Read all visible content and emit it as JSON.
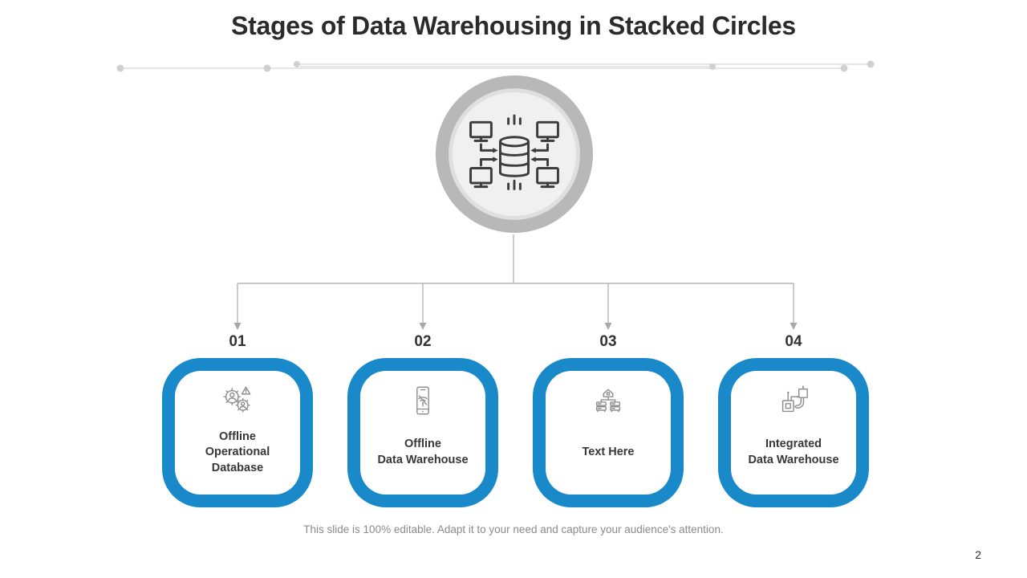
{
  "slide": {
    "title": "Stages of Data Warehousing in Stacked Circles",
    "caption": "This slide is 100% editable. Adapt it to your need and capture your audience's attention.",
    "page_number": "2"
  },
  "hub": {
    "icon": "database-network-icon"
  },
  "stages": [
    {
      "number": "01",
      "label": "Offline\nOperational\nDatabase",
      "icon": "gears-users-alert-icon"
    },
    {
      "number": "02",
      "label": "Offline\nData Warehouse",
      "icon": "smartphone-offline-icon"
    },
    {
      "number": "03",
      "label": "Text Here",
      "icon": "warehouse-network-icon"
    },
    {
      "number": "04",
      "label": "Integrated\nData Warehouse",
      "icon": "integrated-circuit-icon"
    }
  ],
  "colors": {
    "accent_blue": "#1a89c9",
    "circle_outer_gray": "#b8b8b8",
    "circle_inner_gray": "#f0f0f0",
    "connector_gray": "#a8a8a8",
    "deco_line_gray": "#d8d8d8",
    "title_dark": "#2b2b2b",
    "label_dark": "#383838",
    "caption_gray": "#8a8a8a",
    "hub_icon_dark": "#3d3d3d",
    "card_icon_gray": "#8f8f8f"
  }
}
